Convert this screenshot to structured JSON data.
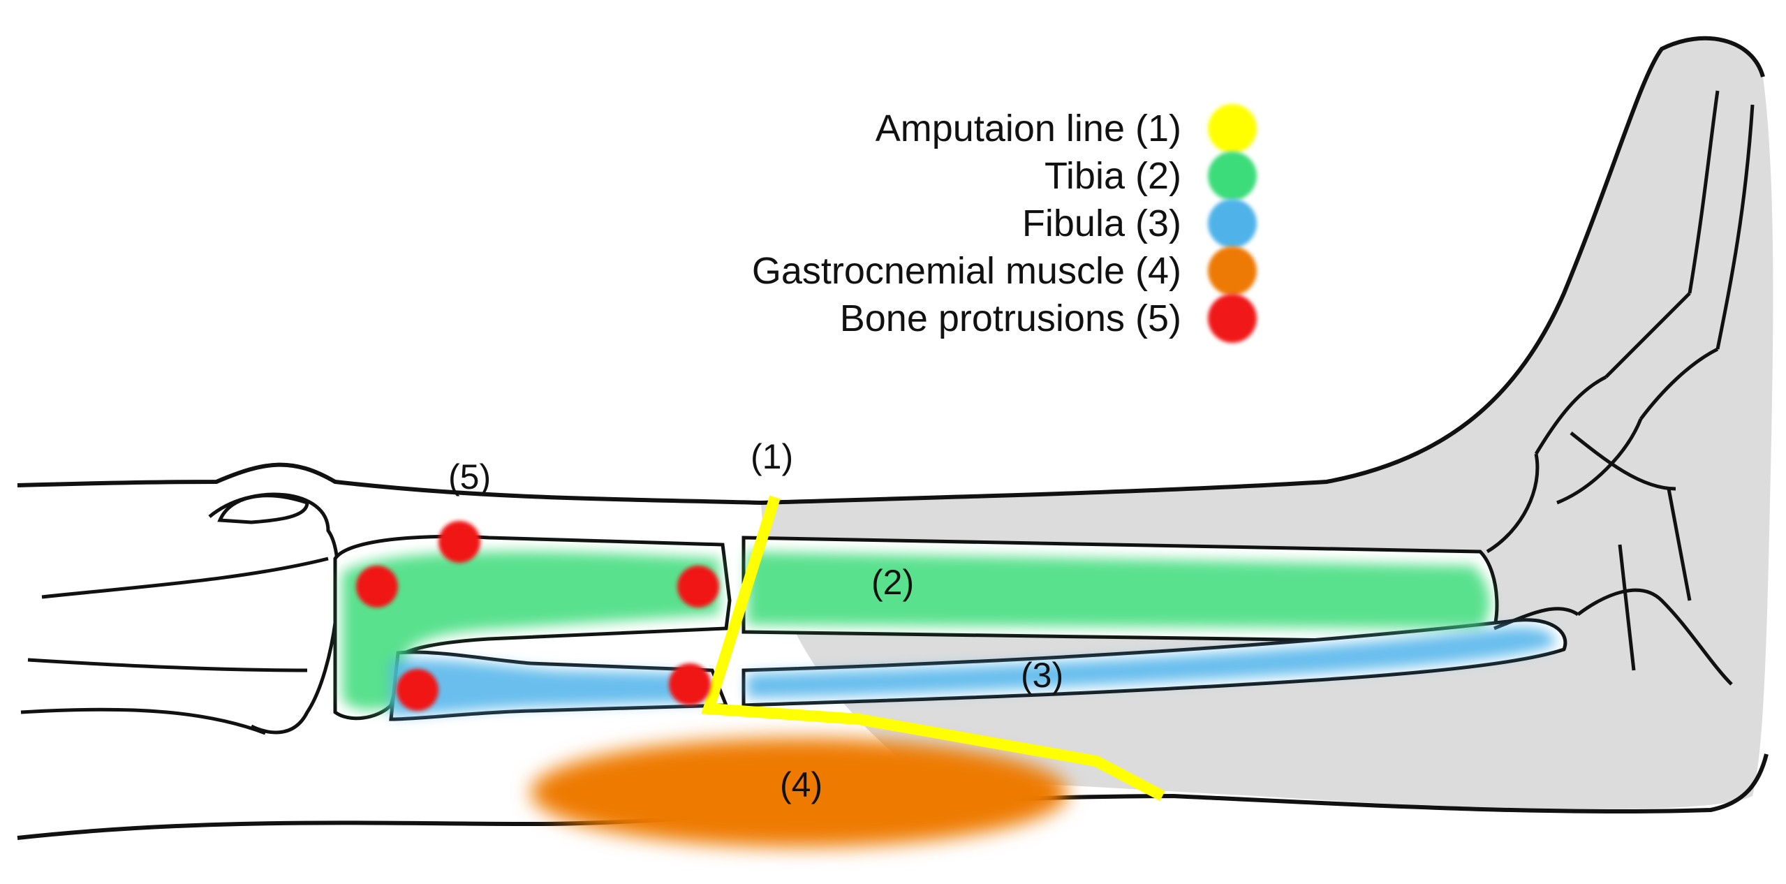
{
  "legend": {
    "items": [
      {
        "label": "Amputaion line (1)",
        "color": "#ffff00"
      },
      {
        "label": "Tibia (2)",
        "color": "#3ddc7a"
      },
      {
        "label": "Fibula (3)",
        "color": "#4fb3ea"
      },
      {
        "label": "Gastrocnemial muscle (4)",
        "color": "#ee7a06"
      },
      {
        "label": "Bone protrusions (5)",
        "color": "#f01818"
      }
    ]
  },
  "callouts": {
    "amputation": "(1)",
    "tibia": "(2)",
    "fibula": "(3)",
    "muscle": "(4)",
    "protrusions": "(5)"
  }
}
